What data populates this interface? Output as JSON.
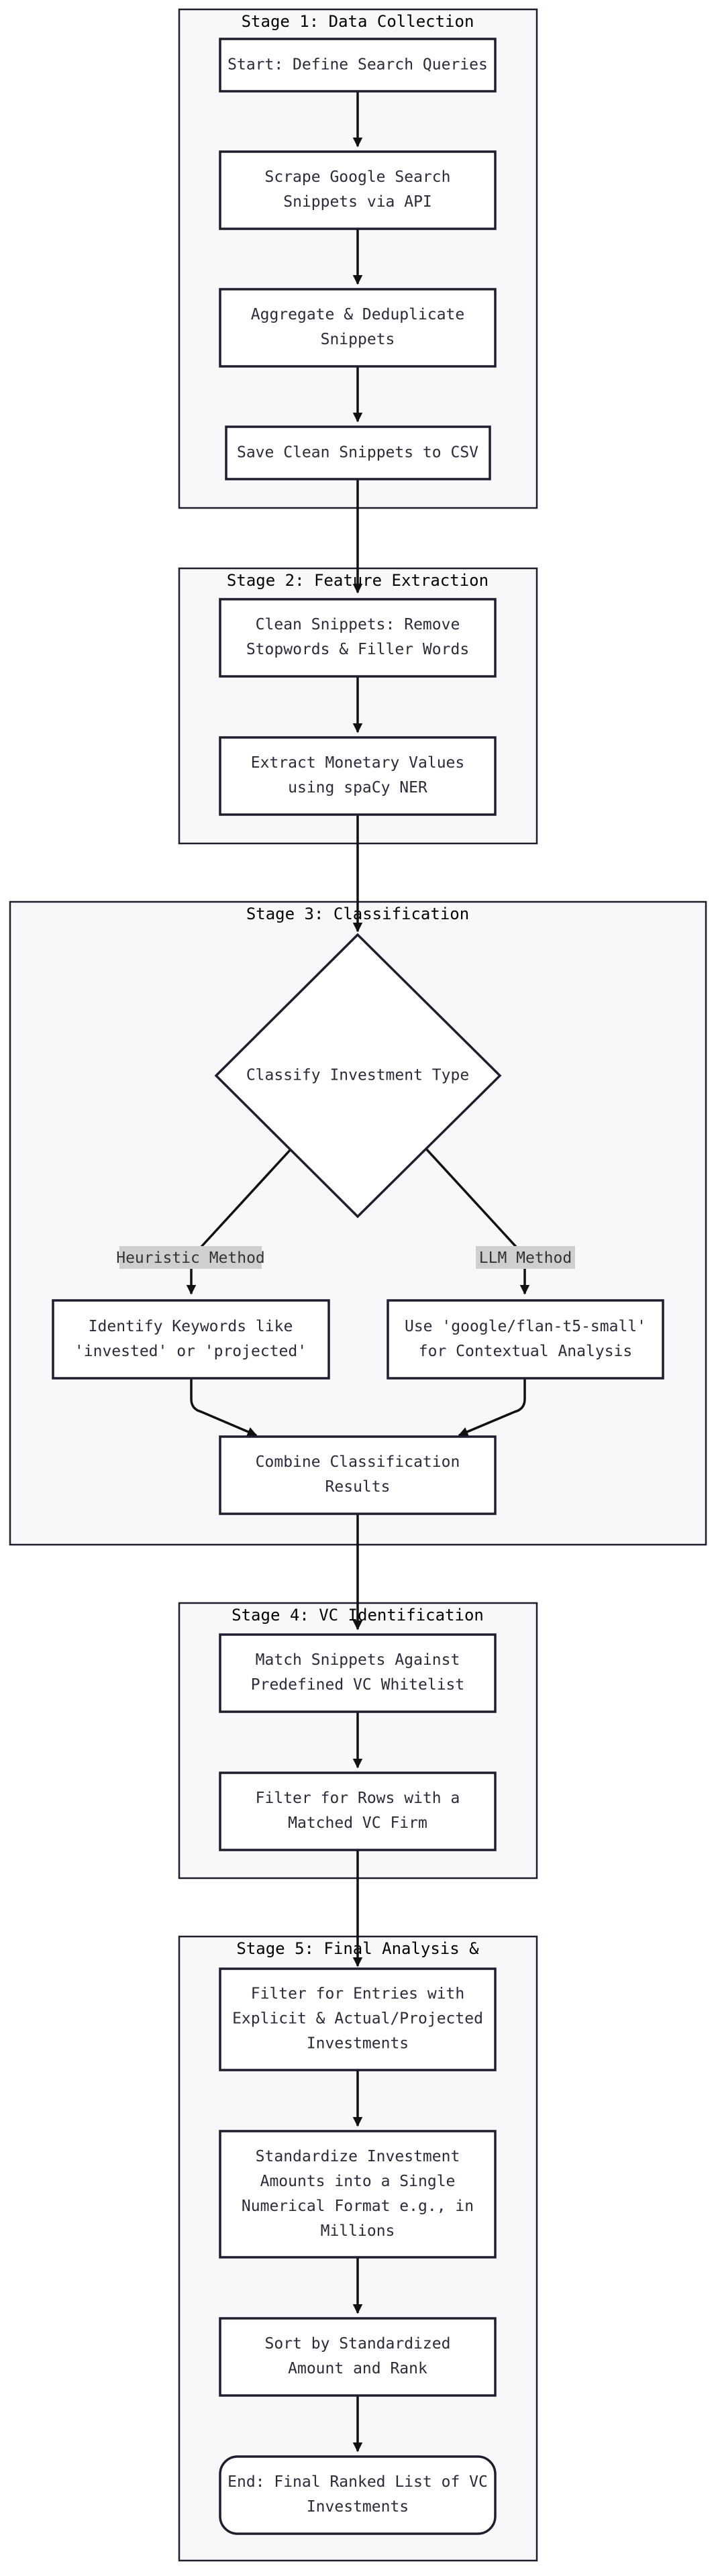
{
  "stages": {
    "s1": {
      "title": "Stage 1: Data Collection"
    },
    "s2": {
      "title": "Stage 2: Feature Extraction"
    },
    "s3": {
      "title": "Stage 3: Classification"
    },
    "s4": {
      "title": "Stage 4: VC Identification"
    },
    "s5": {
      "title": "Stage 5: Final Analysis &"
    }
  },
  "nodes": {
    "start": [
      "Start: Define Search Queries"
    ],
    "scrape": [
      "Scrape Google Search",
      "Snippets via API"
    ],
    "aggregate": [
      "Aggregate & Deduplicate",
      "Snippets"
    ],
    "save": [
      "Save Clean Snippets to CSV"
    ],
    "clean": [
      "Clean Snippets: Remove",
      "Stopwords & Filler Words"
    ],
    "extract": [
      "Extract Monetary Values",
      "using spaCy NER"
    ],
    "classify": [
      "Classify Investment Type"
    ],
    "keywords": [
      "Identify Keywords like",
      "'invested' or 'projected'"
    ],
    "llm": [
      "Use 'google/flan-t5-small'",
      "for Contextual Analysis"
    ],
    "combine": [
      "Combine Classification",
      "Results"
    ],
    "match": [
      "Match Snippets Against",
      "Predefined VC Whitelist"
    ],
    "filterrows": [
      "Filter for Rows with a",
      "Matched VC Firm"
    ],
    "filterentries": [
      "Filter for Entries with",
      "Explicit & Actual/Projected",
      "Investments"
    ],
    "standardize": [
      "Standardize Investment",
      "Amounts into a Single",
      "Numerical Format e.g., in",
      "Millions"
    ],
    "sort": [
      "Sort by Standardized",
      "Amount and Rank"
    ],
    "end": [
      "End: Final Ranked List of VC",
      "Investments"
    ]
  },
  "edge_labels": {
    "heuristic": "Heuristic Method",
    "llm": "LLM Method"
  }
}
